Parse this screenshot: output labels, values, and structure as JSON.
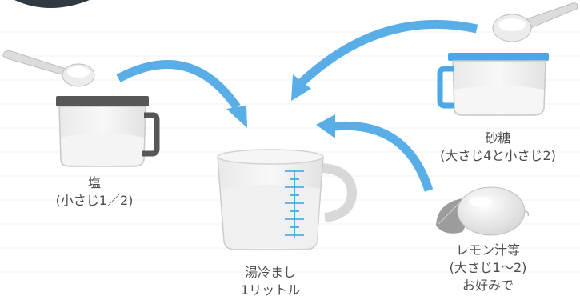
{
  "labels": {
    "salt": {
      "name": "塩",
      "amount": "(小さじ1／2)"
    },
    "sugar": {
      "name": "砂糖",
      "amount": "(大さじ4と小さじ2)"
    },
    "lemon": {
      "name": "レモン汁等",
      "amount": "(大さじ1〜2)",
      "note": "お好みで"
    },
    "water": {
      "name": "湯冷まし",
      "amount": "1リットル"
    }
  },
  "colors": {
    "arrow": "#5aaee8",
    "pitcher_line": "#3aa0e0",
    "jug_lid": "#555555",
    "blue_lid": "#4aa8e6"
  }
}
